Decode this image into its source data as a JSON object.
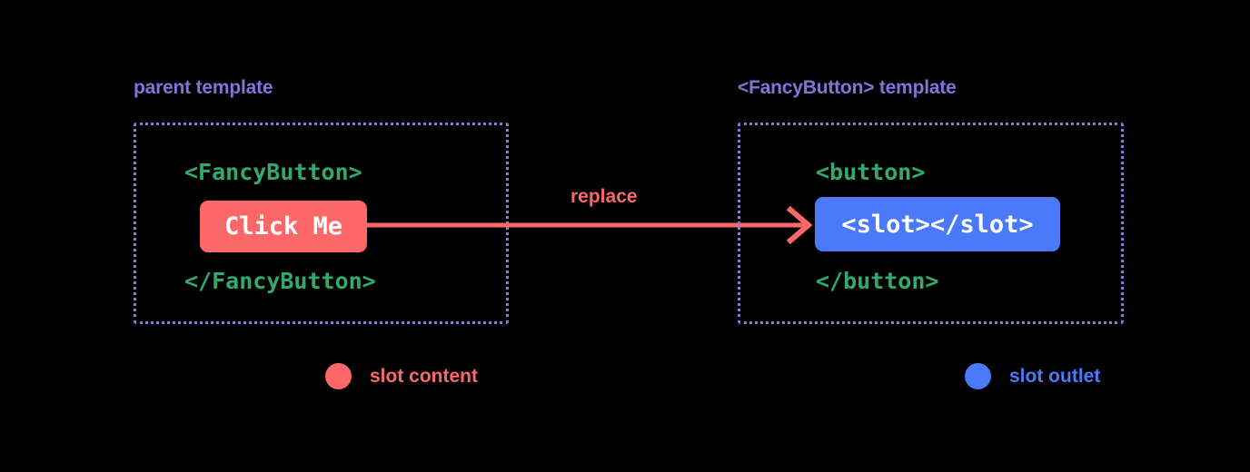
{
  "diagram": {
    "background_color": "#000000",
    "panels": [
      {
        "title": "parent template",
        "title_color": "#8b6fd8",
        "border_color": "#8b7ad6",
        "code_open": "<FancyButton>",
        "code_close": "</FancyButton>",
        "chip_text": "Click Me",
        "chip_color": "#fc6767"
      },
      {
        "title": "<FancyButton> template",
        "title_color": "#8b6fd8",
        "border_color": "#8b7ad6",
        "code_open": "<button>",
        "code_close": "</button>",
        "chip_text": "<slot></slot>",
        "chip_color": "#4a7afa"
      }
    ],
    "arrow": {
      "label": "replace",
      "color": "#fc6767"
    },
    "code_color": "#34a96c",
    "legend": [
      {
        "label": "slot content",
        "color": "#fc6767",
        "marker": "circle-dot-icon"
      },
      {
        "label": "slot outlet",
        "color": "#4a7afa",
        "marker": "circle-dot-icon"
      }
    ]
  }
}
